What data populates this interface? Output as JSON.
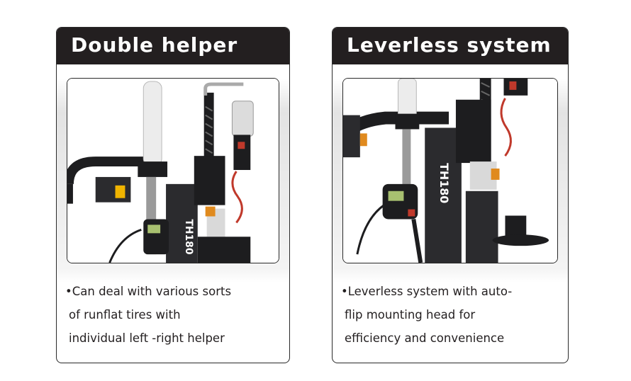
{
  "cards": [
    {
      "title": "Double helper",
      "image_alt": "Tire changer with double helper arms",
      "desc_lines": [
        "•Can deal with various sorts",
        "of runflat tires with",
        "individual left -right helper"
      ],
      "model_label": "TH180"
    },
    {
      "title": "Leverless system",
      "image_alt": "Tire changer leverless mounting head",
      "desc_lines": [
        "•Leverless system with auto-",
        "flip  mounting head for",
        "efficiency and convenience"
      ],
      "model_label": "TH180"
    }
  ],
  "colors": {
    "header_bg": "#231f20",
    "header_text": "#ffffff",
    "machine_dark": "#2b2b2e",
    "accent_orange": "#e08a1e",
    "accent_red": "#c0392b"
  }
}
